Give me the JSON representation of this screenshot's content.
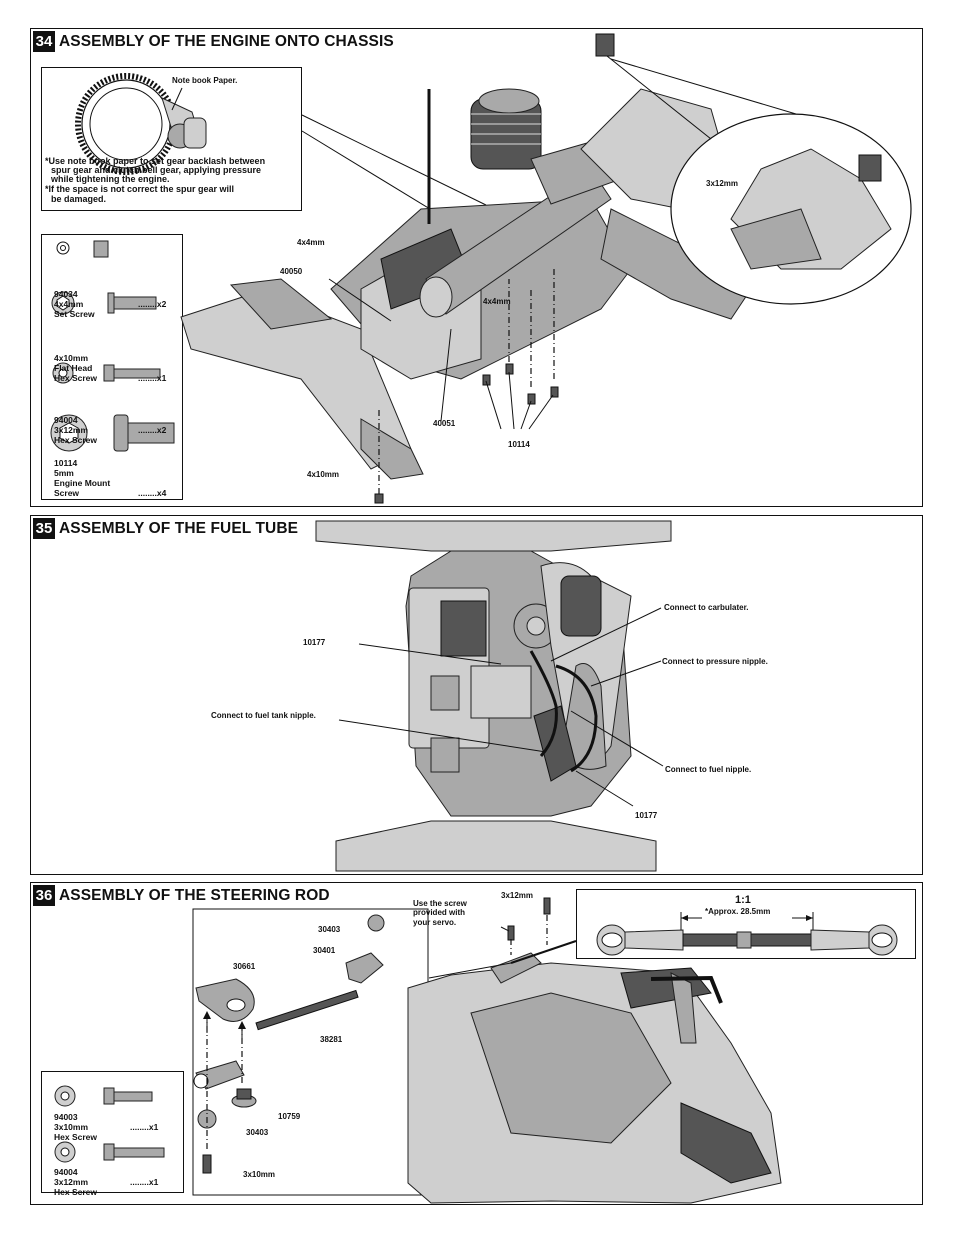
{
  "step34": {
    "number": "34",
    "title": "ASSEMBLY OF THE ENGINE ONTO CHASSIS",
    "inset_paper_label": "Note book Paper.",
    "inset_note_1": "*Use note book paper to set gear backlash between",
    "inset_note_2": "spur gear and clutch bell gear, applying pressure",
    "inset_note_3": "while tightening the engine.",
    "inset_note_4": "*If the space is not correct the spur gear will",
    "inset_note_5": "be damaged.",
    "parts": [
      {
        "code": "94034",
        "size": "4x4mm",
        "name": "Set Screw",
        "name2": "",
        "qty": "........x2"
      },
      {
        "code": "",
        "size": "4x10mm",
        "name": "Flat Head",
        "name2": "Hex Screw",
        "qty": "........x1"
      },
      {
        "code": "94004",
        "size": "3x12mm",
        "name": "Hex Screw",
        "name2": "",
        "qty": "........x2"
      },
      {
        "code": "10114",
        "size": "5mm",
        "name": "Engine Mount",
        "name2": "Screw",
        "qty": "........x4"
      }
    ],
    "callouts": {
      "c_4x4_top": "4x4mm",
      "c_40050": "40050",
      "c_4x4_mid": "4x4mm",
      "c_40051": "40051",
      "c_10114": "10114",
      "c_4x10": "4x10mm",
      "c_3x12": "3x12mm"
    }
  },
  "step35": {
    "number": "35",
    "title": "ASSEMBLY OF THE FUEL TUBE",
    "callouts": {
      "c_10177_left": "10177",
      "c_tank": "Connect to fuel tank nipple.",
      "c_carb": "Connect to carbulater.",
      "c_pressure": "Connect to pressure nipple.",
      "c_fuel": "Connect to fuel nipple.",
      "c_10177_right": "10177"
    }
  },
  "step36": {
    "number": "36",
    "title": "ASSEMBLY OF THE STEERING ROD",
    "servo_note_1": "Use the screw",
    "servo_note_2": "provided with",
    "servo_note_3": "your servo.",
    "scale": "1:1",
    "approx": "*Approx. 28.5mm",
    "callouts": {
      "c_3x12": "3x12mm",
      "c_30403_top": "30403",
      "c_30401": "30401",
      "c_30661": "30661",
      "c_38281": "38281",
      "c_10759": "10759",
      "c_30403_bot": "30403",
      "c_3x10": "3x10mm"
    },
    "parts": [
      {
        "code": "94003",
        "size": "3x10mm",
        "name": "Hex Screw",
        "qty": "........x1"
      },
      {
        "code": "94004",
        "size": "3x12mm",
        "name": "Hex Screw",
        "qty": "........x1"
      }
    ]
  }
}
